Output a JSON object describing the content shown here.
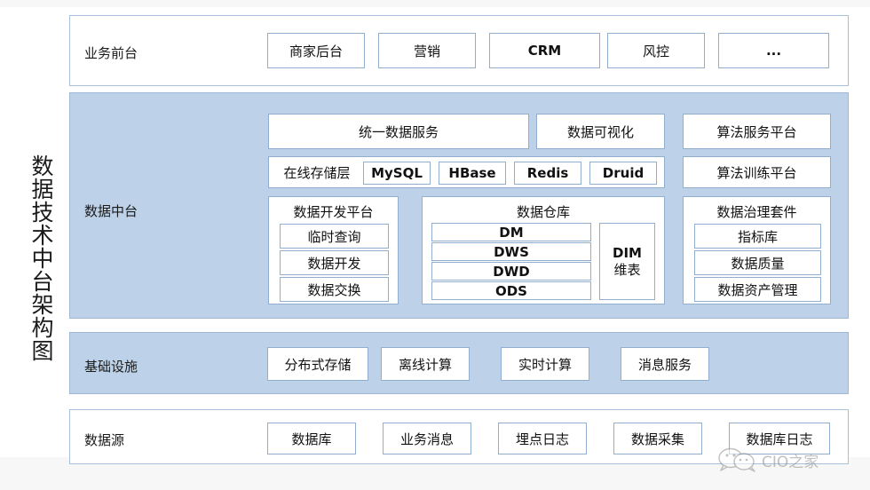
{
  "diagram": {
    "vertical_title": "数据技术中台架构图",
    "colors": {
      "layer_fill_blue": "#bdd1e8",
      "layer_border": "#a8c0dd",
      "box_border": "#91aecf",
      "sheet_background": "#ffffff",
      "page_background": "#f7f7f7",
      "text": "#111111"
    },
    "layers": [
      {
        "id": "business-front",
        "label": "业务前台",
        "filled": false,
        "items": [
          "商家后台",
          "营销",
          "CRM",
          "风控",
          "..."
        ]
      },
      {
        "id": "data-middle-platform",
        "label": "数据中台",
        "filled": true,
        "row_services": [
          "统一数据服务",
          "数据可视化",
          "算法服务平台"
        ],
        "row_storage_label": "在线存储层",
        "row_storage_items": [
          "MySQL",
          "HBase",
          "Redis",
          "Druid"
        ],
        "row_algo_training": "算法训练平台",
        "dev_platform": {
          "title": "数据开发平台",
          "items": [
            "临时查询",
            "数据开发",
            "数据交换"
          ]
        },
        "warehouse": {
          "title": "数据仓库",
          "layers": [
            "DM",
            "DWS",
            "DWD",
            "ODS"
          ],
          "dim": {
            "line1": "DIM",
            "line2": "维表"
          }
        },
        "governance": {
          "title": "数据治理套件",
          "items": [
            "指标库",
            "数据质量",
            "数据资产管理"
          ]
        }
      },
      {
        "id": "infrastructure",
        "label": "基础设施",
        "filled": true,
        "items": [
          "分布式存储",
          "离线计算",
          "实时计算",
          "消息服务"
        ]
      },
      {
        "id": "data-source",
        "label": "数据源",
        "filled": false,
        "items": [
          "数据库",
          "业务消息",
          "埋点日志",
          "数据采集",
          "数据库日志"
        ]
      }
    ],
    "watermark": {
      "text": "CIO之家",
      "icon": "wechat-bubble-icon"
    }
  }
}
